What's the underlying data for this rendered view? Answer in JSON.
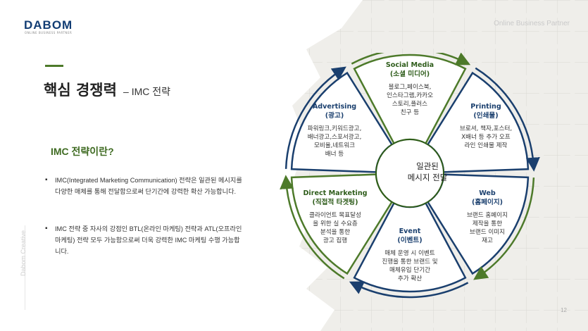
{
  "logo": {
    "text": "DABOM",
    "tagline": "ONLINE BUSINESS PARTNER"
  },
  "header_right": "Online Business Partner",
  "title": {
    "main": "핵심 경쟁력",
    "sub": "– IMC 전략"
  },
  "question": "IMC 전략이란?",
  "bullets": [
    "IMC(Integrated Marketing Communication) 전략은 일관된 메시지를 다양한 매체를 통해 전달함으로써 단기간에 강력한 확산 가능합니다.",
    "IMC 전략 중 자사의 강점인 BTL(온라인 마케팅) 전략과 ATL(오프라인 마케팅) 전략 모두 가능함으로써 더욱 강력한 IMC 마케팅 수행 가능합니다."
  ],
  "vertical_brand": "Dabom Creative",
  "page_number": "12",
  "cycle": {
    "center": [
      "일관된",
      "메시지 전달"
    ],
    "segments": [
      {
        "title": "Social Media",
        "subtitle": "(소셜 미디어)",
        "lines": [
          "블로그,페이스북,",
          "인스타그램,카카오",
          "스토리,플러스",
          "친구 등"
        ]
      },
      {
        "title": "Printing",
        "subtitle": "(인쇄물)",
        "lines": [
          "브로셔, 책자,포스터,",
          "X배너 등 추가 오프",
          "라인 인쇄물 제작"
        ]
      },
      {
        "title": "Web",
        "subtitle": "(홈페이지)",
        "lines": [
          "브랜드 홈페이지",
          "제작을 통한",
          "브랜드 이미지",
          "재고"
        ]
      },
      {
        "title": "Event",
        "subtitle": "(이벤트)",
        "lines": [
          "매체 운영 시 이벤트",
          "진행을 통한 브랜드 및",
          "매체유입 단기간",
          "추가 확산"
        ]
      },
      {
        "title": "Direct Marketing",
        "subtitle": "(직접적 타겟팅)",
        "lines": [
          "클라이언트 목표달성",
          "을 위한 실 수요층",
          "분석을 통한",
          "광고 집행"
        ]
      },
      {
        "title": "Advertising",
        "subtitle": "(광고)",
        "lines": [
          "파워링크,키워드광고,",
          "배너광고,스포서광고,",
          "모비율,네트워크",
          "배너 등"
        ]
      }
    ]
  },
  "colors": {
    "navy": "#1a3f6e",
    "green": "#4d7a2a",
    "puzzle": "#ecebe7"
  }
}
